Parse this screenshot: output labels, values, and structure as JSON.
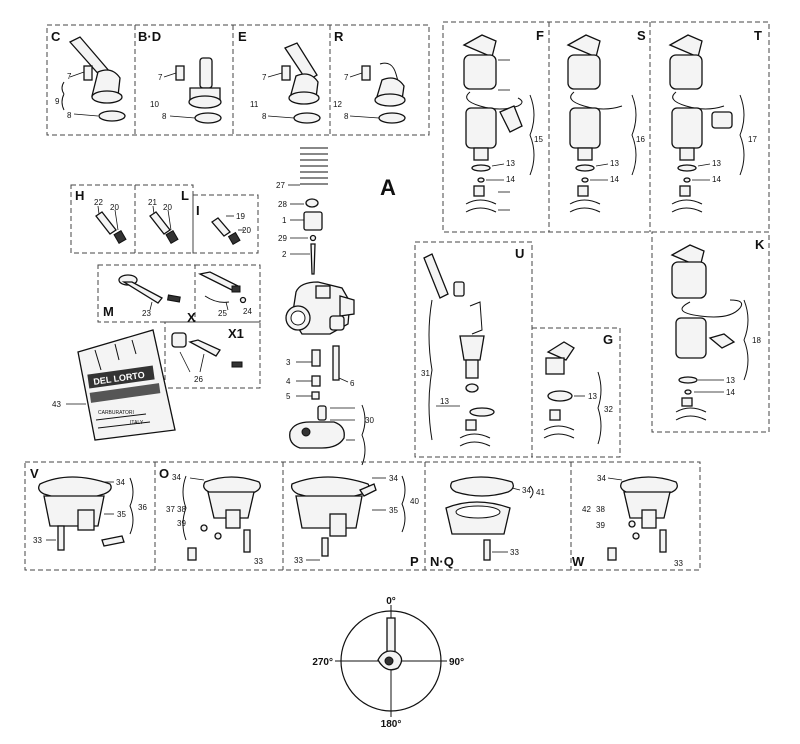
{
  "main_label": "A",
  "panels": {
    "C": "C",
    "BD": "B·D",
    "E": "E",
    "R": "R",
    "F": "F",
    "S": "S",
    "T": "T",
    "K": "K",
    "H": "H",
    "L": "L",
    "I": "I",
    "M": "M",
    "X": "X",
    "X1": "X1",
    "U": "U",
    "G": "G",
    "V": "V",
    "O": "O",
    "P": "P",
    "NQ": "N·Q",
    "W": "W"
  },
  "part_numbers": {
    "c7": "7",
    "c8": "8",
    "c9": "9",
    "bd7": "7",
    "bd8": "8",
    "bd10": "10",
    "e7": "7",
    "e8": "8",
    "e11": "11",
    "r7": "7",
    "r8": "8",
    "r12": "12",
    "f13": "13",
    "f14": "14",
    "f15": "15",
    "s13": "13",
    "s14": "14",
    "s16": "16",
    "t13": "13",
    "t14": "14",
    "t17": "17",
    "k13": "13",
    "k14": "14",
    "k18": "18",
    "h22": "22",
    "h20": "20",
    "l21": "21",
    "l20": "20",
    "i19": "19",
    "i20": "20",
    "m23": "23",
    "x25": "25",
    "x24": "24",
    "x26": "26",
    "a27": "27",
    "a28": "28",
    "a1": "1",
    "a29": "29",
    "a2": "2",
    "a3": "3",
    "a4": "4",
    "a5": "5",
    "a6": "6",
    "a30": "30",
    "u31": "31",
    "u13": "13",
    "g13": "13",
    "g32": "32",
    "p43": "43",
    "v34": "34",
    "v35": "35",
    "v36": "36",
    "v33": "33",
    "o34": "34",
    "o37": "37",
    "o38": "38",
    "o39": "39",
    "o33": "33",
    "pp34": "34",
    "pp40": "40",
    "pp35": "35",
    "pp33": "33",
    "nq34": "34",
    "nq41": "41",
    "nq33": "33",
    "w34": "34",
    "w42": "42",
    "w38": "38",
    "w39": "39",
    "w33": "33"
  },
  "packet": {
    "brand": "DEL LORTO",
    "line1": "CARBURATORI",
    "line2": "ITALY"
  },
  "orientation": {
    "top": "0°",
    "right": "90°",
    "bottom": "180°",
    "left": "270°"
  }
}
